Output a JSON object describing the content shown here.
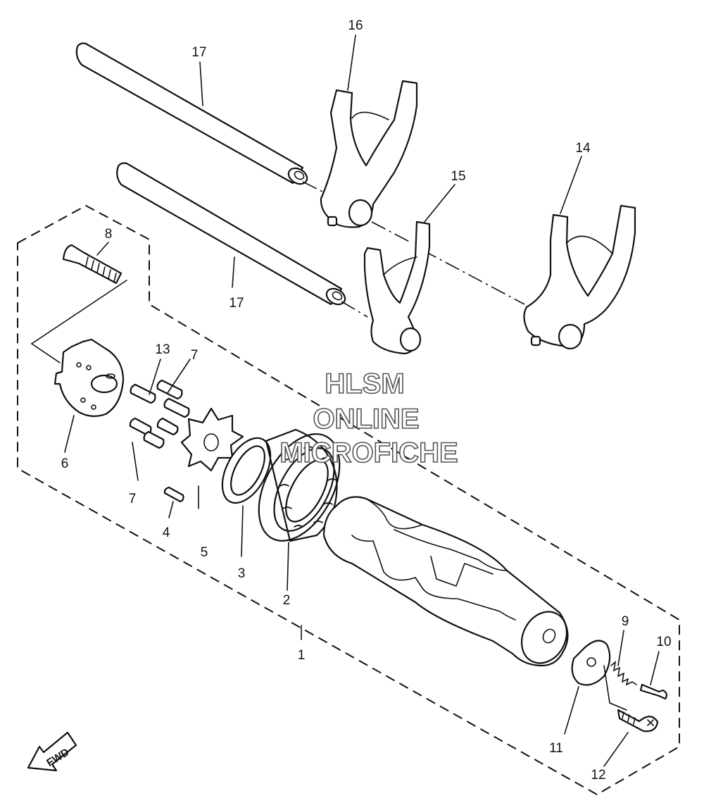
{
  "callouts": [
    {
      "id": "c1",
      "label": "1"
    },
    {
      "id": "c2",
      "label": "2"
    },
    {
      "id": "c3",
      "label": "3"
    },
    {
      "id": "c4",
      "label": "4"
    },
    {
      "id": "c5",
      "label": "5"
    },
    {
      "id": "c6",
      "label": "6"
    },
    {
      "id": "c7a",
      "label": "7"
    },
    {
      "id": "c7b",
      "label": "7"
    },
    {
      "id": "c8",
      "label": "8"
    },
    {
      "id": "c9",
      "label": "9"
    },
    {
      "id": "c10",
      "label": "10"
    },
    {
      "id": "c11",
      "label": "11"
    },
    {
      "id": "c12",
      "label": "12"
    },
    {
      "id": "c13",
      "label": "13"
    },
    {
      "id": "c14",
      "label": "14"
    },
    {
      "id": "c15",
      "label": "15"
    },
    {
      "id": "c16",
      "label": "16"
    },
    {
      "id": "c17a",
      "label": "17"
    },
    {
      "id": "c17b",
      "label": "17"
    }
  ],
  "watermark": {
    "line1": "HLSM",
    "line2": "ONLINE",
    "line3": "MICROFICHE"
  },
  "direction_badge": {
    "text": "FWD"
  }
}
